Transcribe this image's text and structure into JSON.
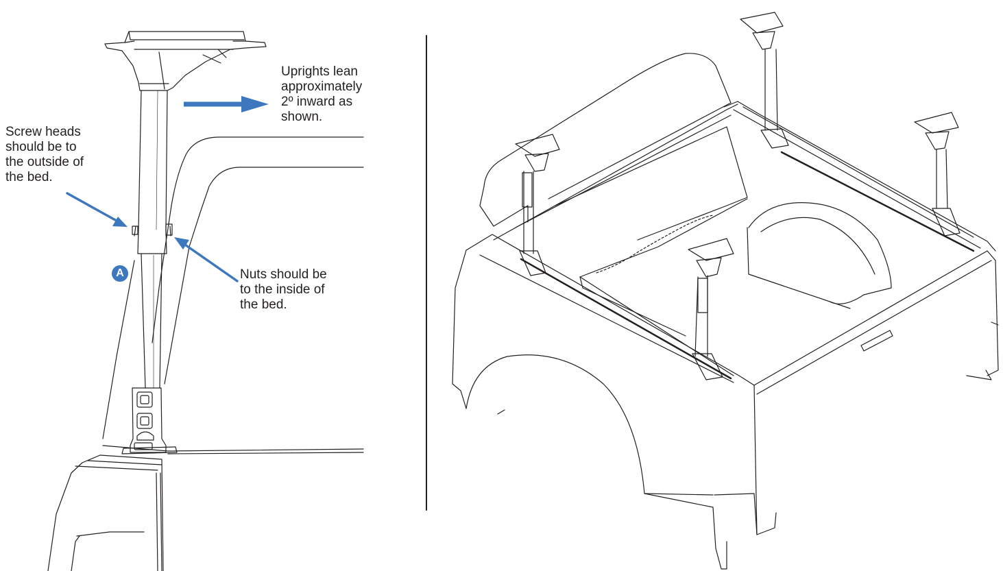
{
  "colors": {
    "accent_blue": "#3d77bd",
    "line": "#231f20",
    "text": "#231f20"
  },
  "callouts": {
    "lean": [
      "Uprights lean",
      "approximately",
      "2º inward as",
      "shown."
    ],
    "screws": [
      "Screw heads",
      "should be to",
      "the outside of",
      "the bed."
    ],
    "nuts": [
      "Nuts should be",
      "to the inside of",
      "the bed."
    ]
  },
  "badge": {
    "label": "A"
  },
  "icons": {
    "lean_arrow": "arrow-right-icon",
    "screw_arrow": "arrow-down-right-icon",
    "nut_arrow": "arrow-up-left-icon"
  }
}
